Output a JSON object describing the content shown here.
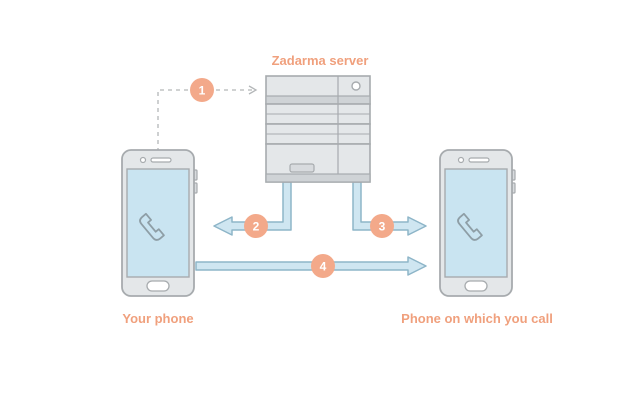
{
  "labels": {
    "server": "Zadarma server",
    "your_phone": "Your phone",
    "target_phone": "Phone on which you call"
  },
  "steps": [
    "1",
    "2",
    "3",
    "4"
  ],
  "colors": {
    "accent": "#f0a07d",
    "badge": "#f3a98a",
    "arrow_fill": "#cfe6f1",
    "arrow_stroke": "#8db5c8",
    "device_body": "#e4e7e9",
    "device_stroke": "#a7abae",
    "screen": "#c9e4f1"
  },
  "icons": {
    "server": "server-rack-icon",
    "phone_left": "smartphone-icon",
    "phone_right": "smartphone-icon",
    "handset": "phone-handset-icon"
  }
}
